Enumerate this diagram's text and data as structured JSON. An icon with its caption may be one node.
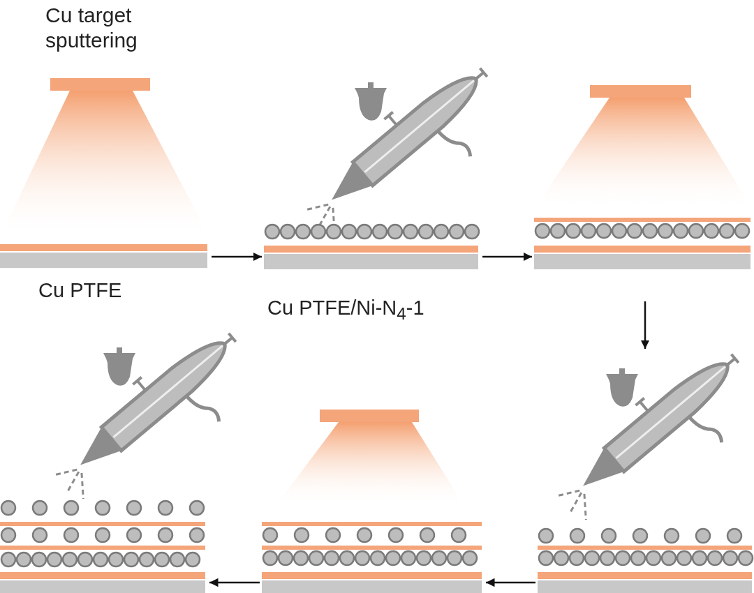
{
  "diagram": {
    "nodes": [
      {
        "text": [
          "Cu target sputtering"
        ],
        "beside": [
          "Cu PTFE"
        ]
      },
      {
        "text": [],
        "shape": "picture",
        "beside": [
          "Cu PTFE/Ni-N$_{4}$-1"
        ]
      },
      {
        "text": [],
        "shape": "picture"
      },
      {
        "text": [],
        "shape": "picture"
      },
      {
        "text": [],
        "shape": "picture"
      },
      {
        "text": [],
        "shape": "picture"
      }
    ],
    "edges": [
      {
        "from": 0,
        "to": 1,
        "arrow": "to"
      },
      {
        "from": 1,
        "to": 2,
        "arrow": "to"
      },
      {
        "from": 2,
        "to": 5,
        "arrow": "to"
      },
      {
        "from": 5,
        "to": 4,
        "arrow": "to"
      },
      {
        "from": 4,
        "to": 3,
        "arrow": "to"
      }
    ]
  }
}
